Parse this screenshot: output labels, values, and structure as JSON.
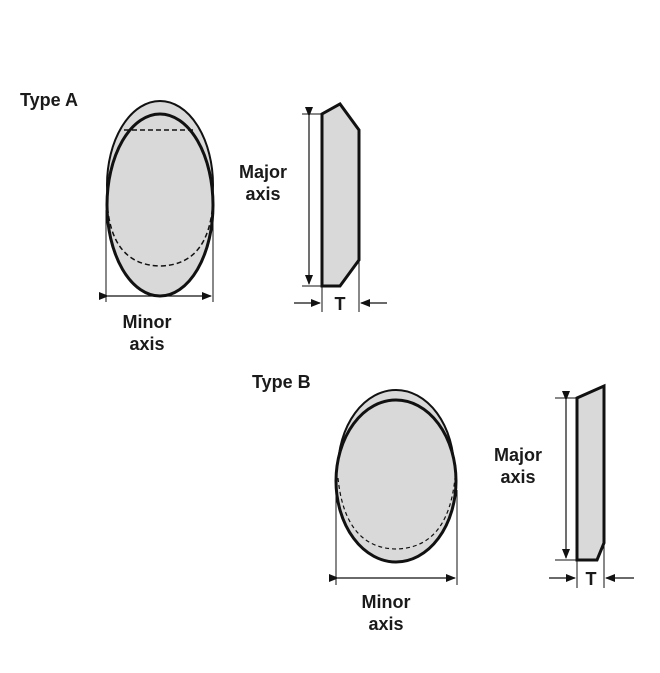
{
  "type_a": {
    "title": "Type A",
    "major_line1": "Major",
    "major_line2": "axis",
    "minor_line1": "Minor",
    "minor_line2": "axis",
    "thickness": "T"
  },
  "type_b": {
    "title": "Type B",
    "major_line1": "Major",
    "major_line2": "axis",
    "minor_line1": "Minor",
    "minor_line2": "axis",
    "thickness": "T"
  },
  "colors": {
    "fill": "#d9d9d9",
    "stroke": "#111111",
    "text": "#1a1a1a",
    "background": "#ffffff"
  }
}
